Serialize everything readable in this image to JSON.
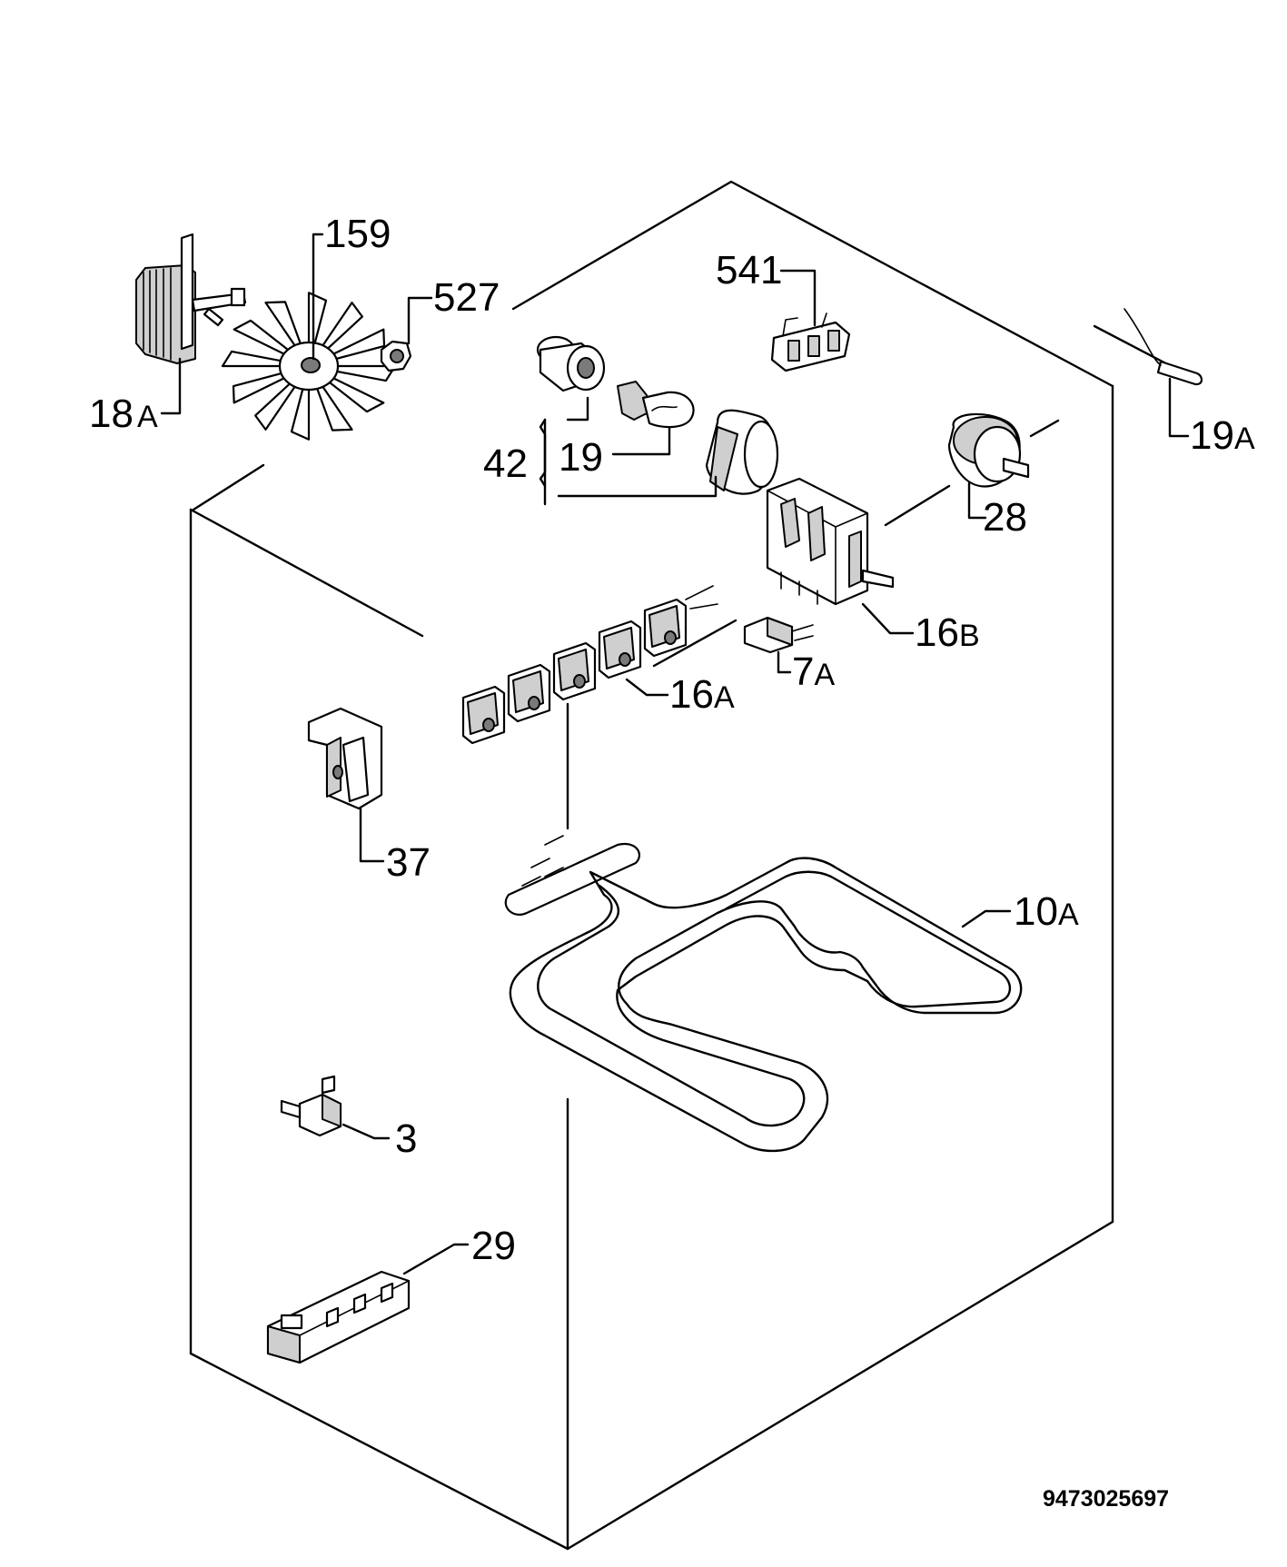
{
  "document_number": "9473025697",
  "callouts": [
    {
      "id": "c18a",
      "num": "18",
      "suffix": "A"
    },
    {
      "id": "c159",
      "num": "159",
      "suffix": ""
    },
    {
      "id": "c527",
      "num": "527",
      "suffix": ""
    },
    {
      "id": "c541",
      "num": "541",
      "suffix": ""
    },
    {
      "id": "c19a",
      "num": "19",
      "suffix": "A"
    },
    {
      "id": "c42",
      "num": "42",
      "suffix": ""
    },
    {
      "id": "c19",
      "num": "19",
      "suffix": ""
    },
    {
      "id": "c28",
      "num": "28",
      "suffix": ""
    },
    {
      "id": "c16b",
      "num": "16",
      "suffix": "B"
    },
    {
      "id": "c7a",
      "num": "7",
      "suffix": "A"
    },
    {
      "id": "c16a",
      "num": "16",
      "suffix": "A"
    },
    {
      "id": "c37",
      "num": "37",
      "suffix": ""
    },
    {
      "id": "c10a",
      "num": "10",
      "suffix": "A"
    },
    {
      "id": "c3",
      "num": "3",
      "suffix": ""
    },
    {
      "id": "c29",
      "num": "29",
      "suffix": ""
    }
  ]
}
